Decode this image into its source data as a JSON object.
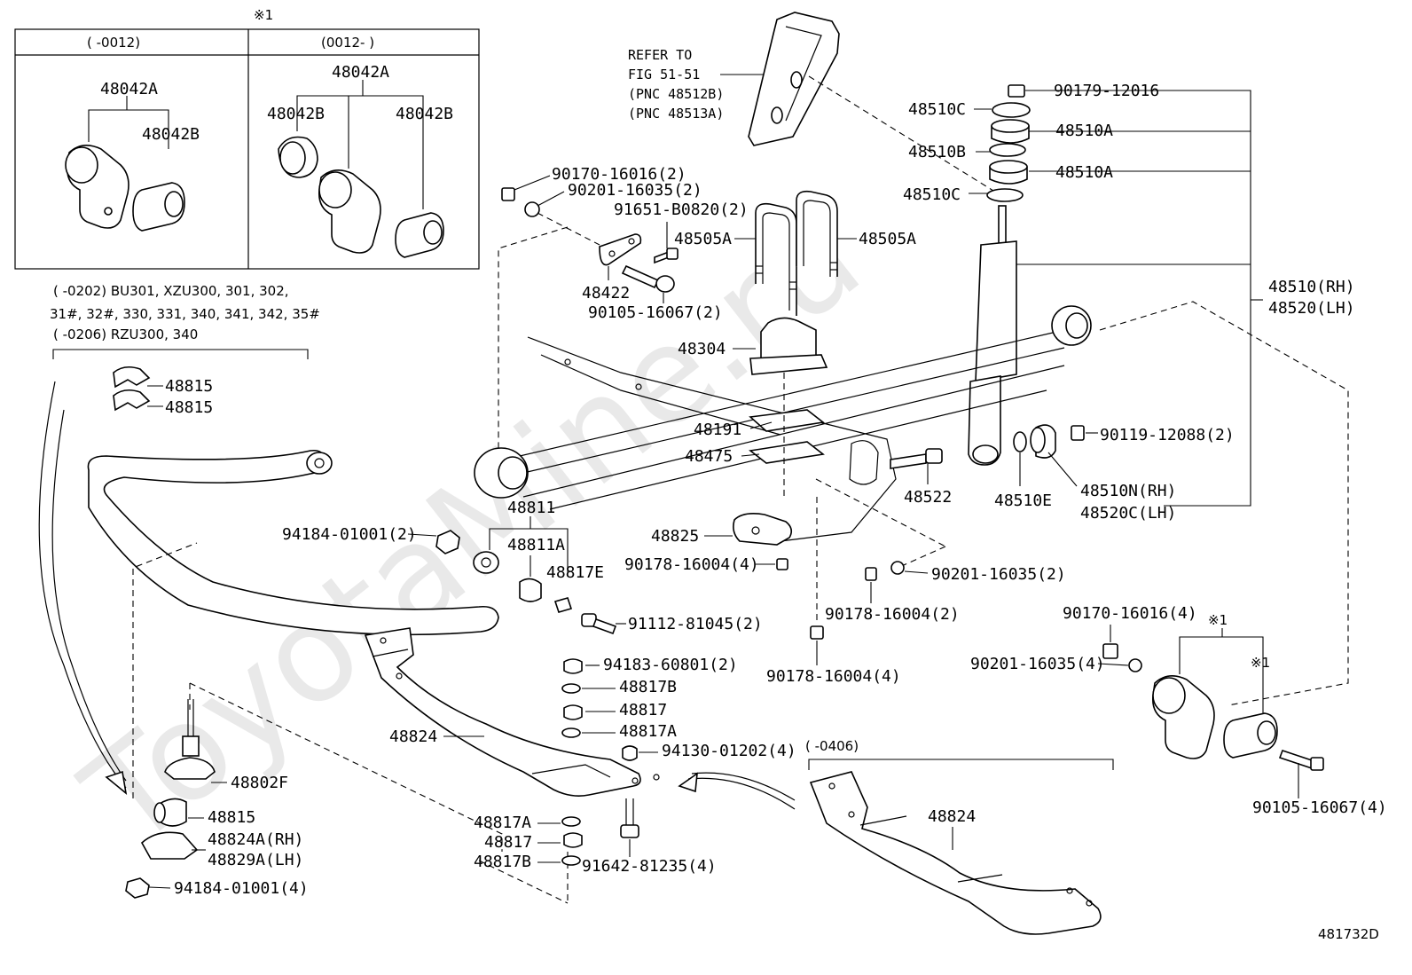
{
  "figure_code": "481732D",
  "watermark": "ToyotaMine.ru",
  "inset_box": {
    "marker": "※1",
    "left": {
      "header": "(      -0012)",
      "labels": [
        "48042A",
        "48042B"
      ]
    },
    "right": {
      "header": "(0012-      )",
      "labels": [
        "48042A",
        "48042B",
        "48042B"
      ]
    }
  },
  "applicability_note": {
    "line1": "(      -0202) BU301, XZU300, 301, 302,",
    "line2": "31#, 32#, 330, 331, 340, 341, 342, 35#",
    "line3": "(      -0206) RZU300, 340"
  },
  "refer_note": {
    "line1": "REFER TO",
    "line2": "FIG 51-51",
    "line3": "(PNC 48512B)",
    "line4": "(PNC 48513A)"
  },
  "labels": {
    "p48815a": "48815",
    "p48815b": "48815",
    "p90170_top": "90170-16016(2)",
    "p90201_top": "90201-16035(2)",
    "p91651": "91651-B0820(2)",
    "p48505a_l": "48505A",
    "p48505a_r": "48505A",
    "p48422": "48422",
    "p90105_top": "90105-16067(2)",
    "p90179": "90179-12016",
    "p48510c_top": "48510C",
    "p48510a_1": "48510A",
    "p48510b": "48510B",
    "p48510a_2": "48510A",
    "p48510c_2": "48510C",
    "p48510": "48510(RH)",
    "p48520": "48520(LH)",
    "p48304": "48304",
    "p48191": "48191",
    "p48475": "48475",
    "p90119": "90119-12088(2)",
    "p48522": "48522",
    "p48510e": "48510E",
    "p48510n": "48510N(RH)",
    "p48520c": "48520C(LH)",
    "p48811": "48811",
    "p48811a": "48811A",
    "p48817e": "48817E",
    "p94184_top": "94184-01001(2)",
    "p48825": "48825",
    "p90178_a": "90178-16004(4)",
    "p90201_mid": "90201-16035(2)",
    "p90178_b": "90178-16004(2)",
    "p91112": "91112-81045(2)",
    "p90178_c": "90178-16004(4)",
    "p90170_r": "90170-16016(4)",
    "p90201_r": "90201-16035(4)",
    "p_mark1_a": "※1",
    "p_mark1_b": "※1",
    "p94183": "94183-60801(2)",
    "p48817b": "48817B",
    "p48817": "48817",
    "p48817a": "48817A",
    "p48824": "48824",
    "p94130": "94130-01202(4)",
    "p48802f": "48802F",
    "p48815c": "48815",
    "p48824a": "48824A(RH)",
    "p48829a": "48829A(LH)",
    "p94184_bot": "94184-01001(4)",
    "p48817a_b": "48817A",
    "p48817_b": "48817",
    "p48817b_b": "48817B",
    "p91642": "91642-81235(4)",
    "p0406": "(      -0406)",
    "p48824_b": "48824",
    "p90105_r": "90105-16067(4)"
  }
}
